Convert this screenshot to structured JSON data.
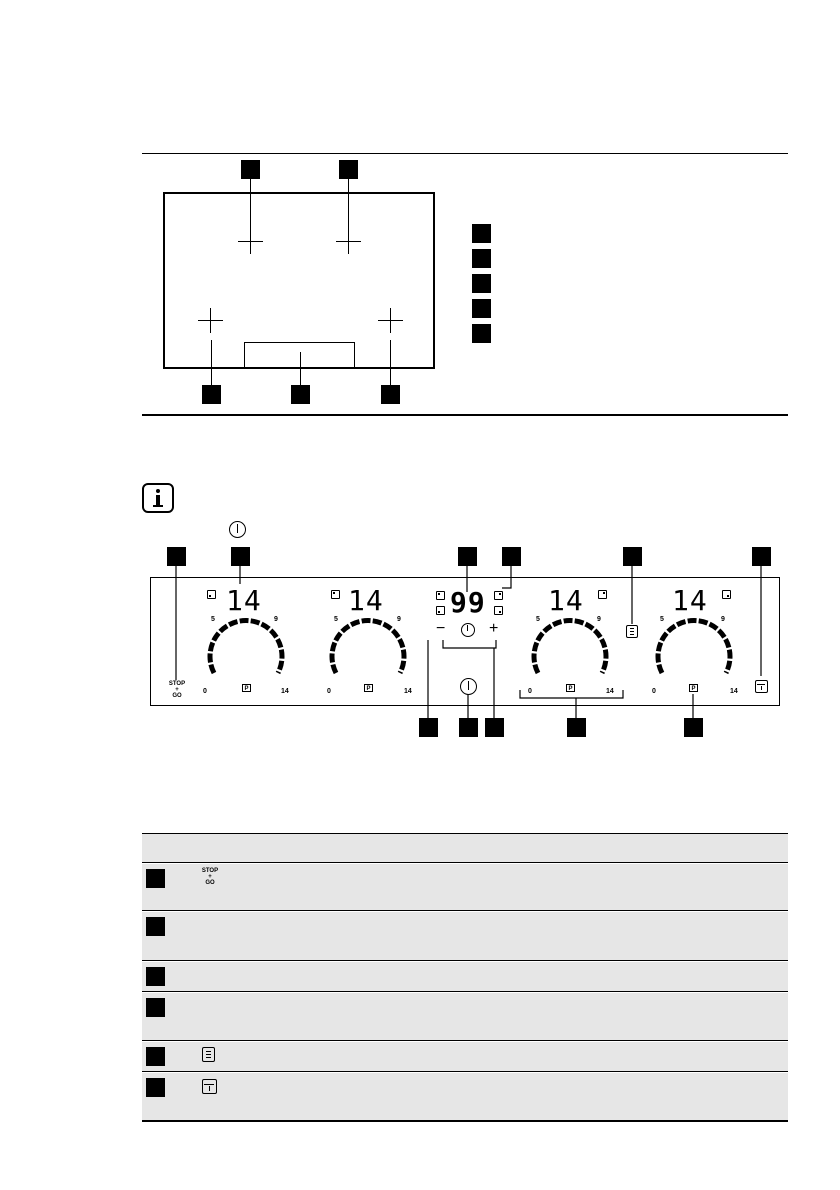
{
  "panel": {
    "scale_min": "0",
    "scale_mid_low": "5",
    "scale_mid_high": "9",
    "scale_max": "14",
    "power_level": "14",
    "timer_value": "99",
    "boost_label": "P",
    "minus_label": "−",
    "plus_label": "+",
    "stop_label": "STOP",
    "go_label": "GO",
    "stopgo_plus": "+"
  },
  "table": {
    "rows": [
      {
        "icon": "stop-go-icon",
        "stop": "STOP",
        "plus": "+",
        "go": "GO"
      },
      {
        "icon": ""
      },
      {
        "icon": ""
      },
      {
        "icon": ""
      },
      {
        "icon": "bridge-icon"
      },
      {
        "icon": "lock-icon"
      }
    ]
  },
  "colors": {
    "ink": "#000000",
    "row_shade": "#e6e6e6"
  }
}
